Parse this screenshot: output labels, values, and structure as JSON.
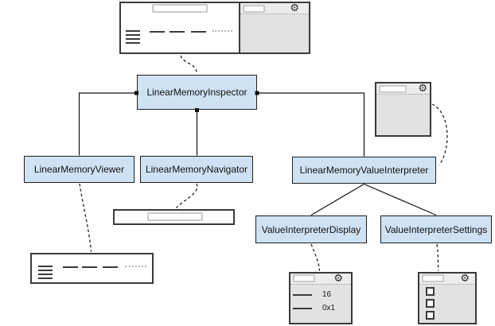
{
  "colors": {
    "background": "#ffffff",
    "component_fill": "#cfe2f3",
    "component_border": "#1f1f1f",
    "wireframe_border": "#3a3a3a",
    "wireframe_body": "#e2e2e2",
    "wireframe_header": "#ececec",
    "connector": "#111111"
  },
  "components": {
    "inspector": {
      "label": "LinearMemoryInspector"
    },
    "viewer": {
      "label": "LinearMemoryViewer"
    },
    "navigator": {
      "label": "LinearMemoryNavigator"
    },
    "value_interpreter": {
      "label": "LinearMemoryValueInterpreter"
    },
    "display": {
      "label": "ValueInterpreterDisplay"
    },
    "settings": {
      "label": "ValueInterpreterSettings"
    }
  },
  "icons": {
    "gear": "⚙"
  },
  "mocks": {
    "display_panel": {
      "rows": [
        {
          "value": "16"
        },
        {
          "value": "0x1"
        }
      ]
    },
    "settings_panel": {
      "checkbox_count": 3
    }
  }
}
